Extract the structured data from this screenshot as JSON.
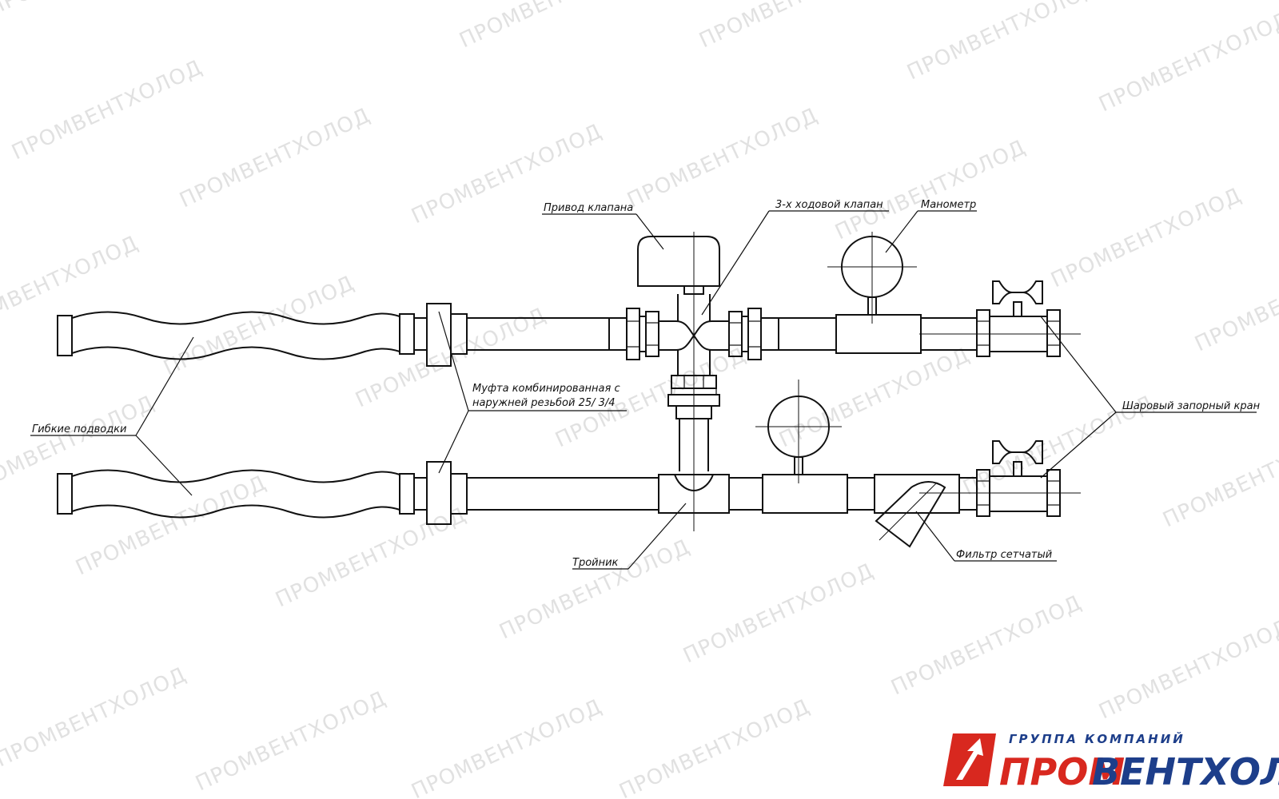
{
  "watermark": "ПРОМВЕНТХОЛОД",
  "labels": {
    "actuator": "Привод клапана",
    "valve3": "3-х ходовой клапан",
    "gauge": "Манометр",
    "flex": "Гибкие подводки",
    "coupling_1": "Муфта  комбинированная с",
    "coupling_2": "наружней резьбой 25/ 3/4",
    "ballvalve": "Шаровый запорный кран",
    "tee": "Тройник",
    "filter": "Фильтр сетчатый"
  },
  "logo": {
    "group": "ГРУППА КОМПАНИЙ",
    "brand_red": "ПРОМ",
    "brand_blue": "ВЕНТХОЛОД",
    "red": "#d8281f",
    "blue": "#1d3e8a"
  }
}
